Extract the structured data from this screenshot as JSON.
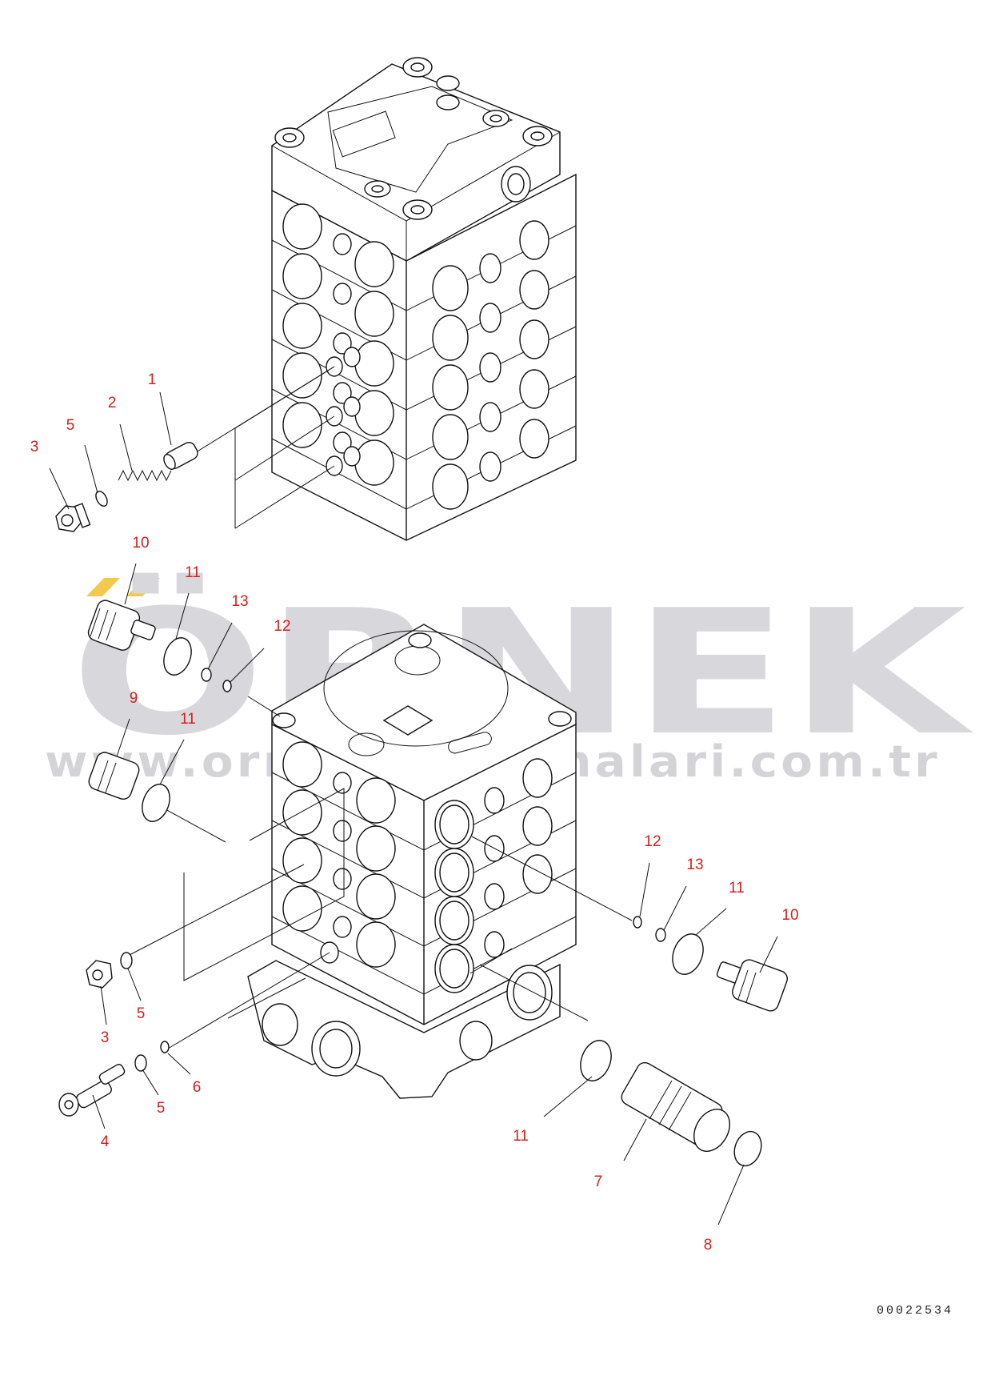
{
  "watermark": {
    "brand": "ÖRNEK",
    "url": "www.ornekismakinalari.com.tr",
    "accent_color": "#f2c94c",
    "text_color": "#d8d8dc"
  },
  "callout_color": "#d42020",
  "callouts": [
    {
      "id": "c1",
      "label": "1"
    },
    {
      "id": "c2",
      "label": "2"
    },
    {
      "id": "c3a",
      "label": "3"
    },
    {
      "id": "c5a",
      "label": "5"
    },
    {
      "id": "c10a",
      "label": "10"
    },
    {
      "id": "c11a",
      "label": "11"
    },
    {
      "id": "c13a",
      "label": "13"
    },
    {
      "id": "c12a",
      "label": "12"
    },
    {
      "id": "c9",
      "label": "9"
    },
    {
      "id": "c11b",
      "label": "11"
    },
    {
      "id": "c12b",
      "label": "12"
    },
    {
      "id": "c13b",
      "label": "13"
    },
    {
      "id": "c11c",
      "label": "11"
    },
    {
      "id": "c10b",
      "label": "10"
    },
    {
      "id": "c5b",
      "label": "5"
    },
    {
      "id": "c3b",
      "label": "3"
    },
    {
      "id": "c6",
      "label": "6"
    },
    {
      "id": "c5c",
      "label": "5"
    },
    {
      "id": "c4",
      "label": "4"
    },
    {
      "id": "c11d",
      "label": "11"
    },
    {
      "id": "c7",
      "label": "7"
    },
    {
      "id": "c8",
      "label": "8"
    }
  ],
  "document_number": "00022534"
}
